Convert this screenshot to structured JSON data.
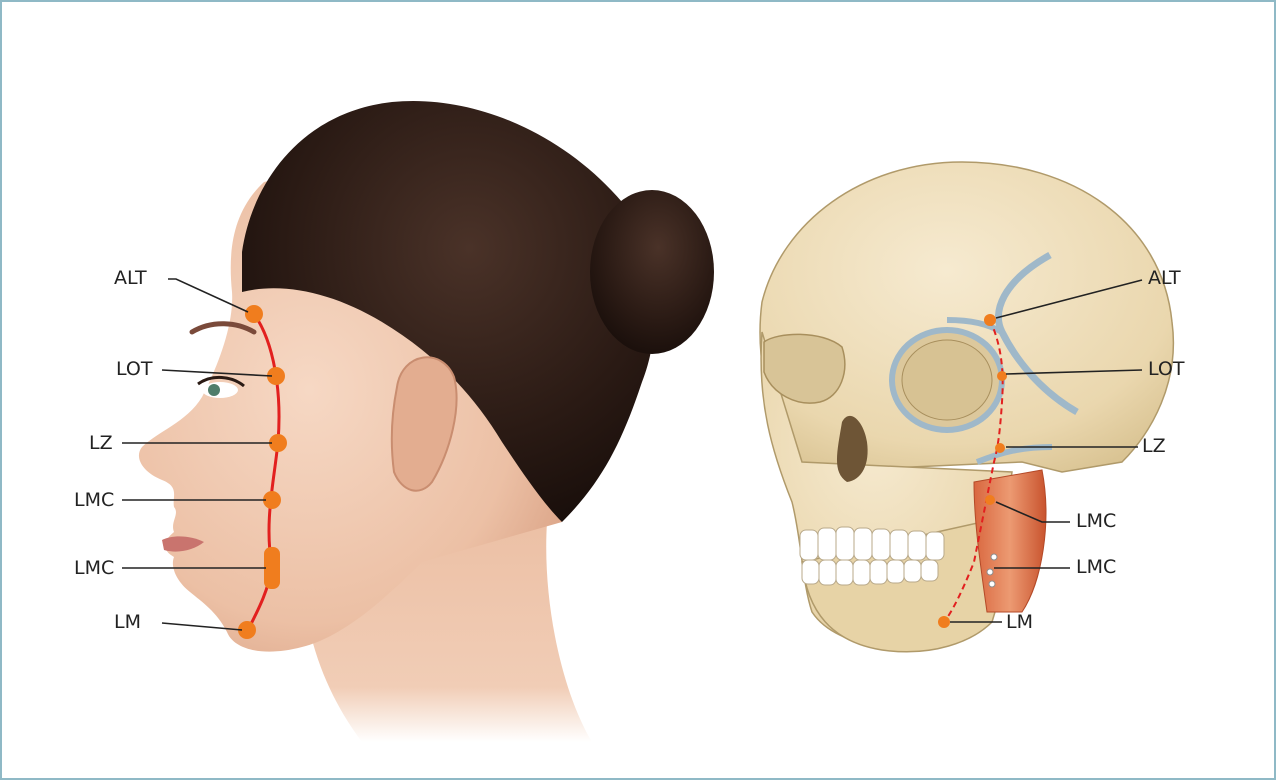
{
  "face_panel": {
    "labels": [
      "ALT",
      "LOT",
      "LZ",
      "LMC",
      "LMC",
      "LM"
    ]
  },
  "skull_panel": {
    "labels": [
      "ALT",
      "LOT",
      "LZ",
      "LMC",
      "LMC",
      "LM"
    ]
  },
  "colors": {
    "border": "#8fb9c6",
    "ligament_point": "#f07d1e",
    "line": "#e2201f",
    "hair": "#2a1a14",
    "skin": "#efc7ad",
    "bone": "#ecdcb6"
  }
}
